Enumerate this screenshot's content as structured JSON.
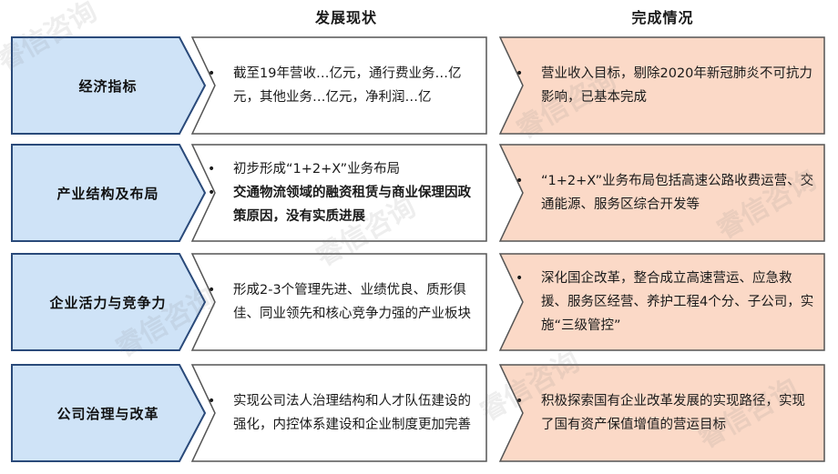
{
  "headers": {
    "status": "发展现状",
    "done": "完成情况"
  },
  "rows": [
    {
      "label": "经济指标",
      "status": [
        {
          "text": "截至19年营收…亿元，通行费业务…亿元，其他业务…亿元，净利润…亿",
          "bold": false
        }
      ],
      "done": [
        {
          "text": "营业收入目标，剔除2020年新冠肺炎不可抗力影响，已基本完成",
          "bold": false
        }
      ]
    },
    {
      "label": "产业结构及布局",
      "status": [
        {
          "text": "初步形成“1+2+X”业务布局",
          "bold": false
        },
        {
          "text": "交通物流领域的融资租赁与商业保理因政策原因，没有实质进展",
          "bold": true
        }
      ],
      "done": [
        {
          "text": "“1+2+X”业务布局包括高速公路收费运营、交通能源、服务区综合开发等",
          "bold": false
        }
      ]
    },
    {
      "label": "企业活力与竞争力",
      "status": [
        {
          "text": "形成2-3个管理先进、业绩优良、质形俱佳、同业领先和核心竞争力强的产业板块",
          "bold": false
        }
      ],
      "done": [
        {
          "text": "深化国企改革，整合成立高速营运、应急救援、服务区经营、养护工程4个分、子公司，实施“三级管控”",
          "bold": false
        }
      ]
    },
    {
      "label": "公司治理与改革",
      "status": [
        {
          "text": "实现公司法人治理结构和人才队伍建设的强化，内控体系建设和企业制度更加完善",
          "bold": false
        }
      ],
      "done": [
        {
          "text": "积极探索国有企业改革发展的实现路径，实现了国有资产保值增值的营运目标",
          "bold": false
        }
      ]
    }
  ],
  "bullet_char": "•",
  "watermark": "睿信咨询",
  "colors": {
    "label_fill": "#cfe3f7",
    "label_border": "#2a4a7a",
    "status_fill": "#ffffff",
    "status_border": "#555555",
    "done_fill": "#fbd9c7",
    "done_border": "#555555"
  }
}
